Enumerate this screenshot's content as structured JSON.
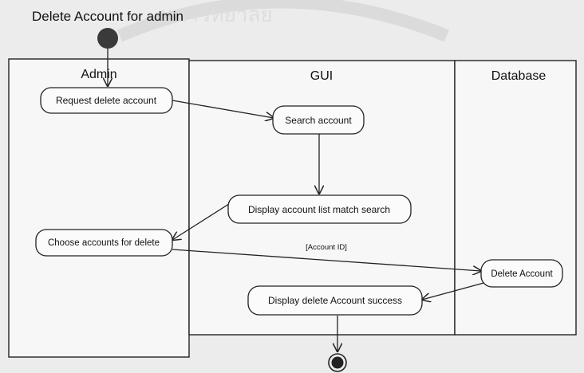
{
  "diagram": {
    "title": "Delete Account for admin",
    "watermark_text": "มหาวิทยาลัย",
    "lanes": {
      "admin": "Admin",
      "gui": "GUI",
      "database": "Database"
    },
    "actions": {
      "request_delete": "Request delete account",
      "search_account": "Search account",
      "display_list": "Display account list match search",
      "choose_accounts": "Choose accounts for delete",
      "delete_account": "Delete Account",
      "display_success": "Display delete Account success"
    },
    "guard": "[Account ID]"
  }
}
